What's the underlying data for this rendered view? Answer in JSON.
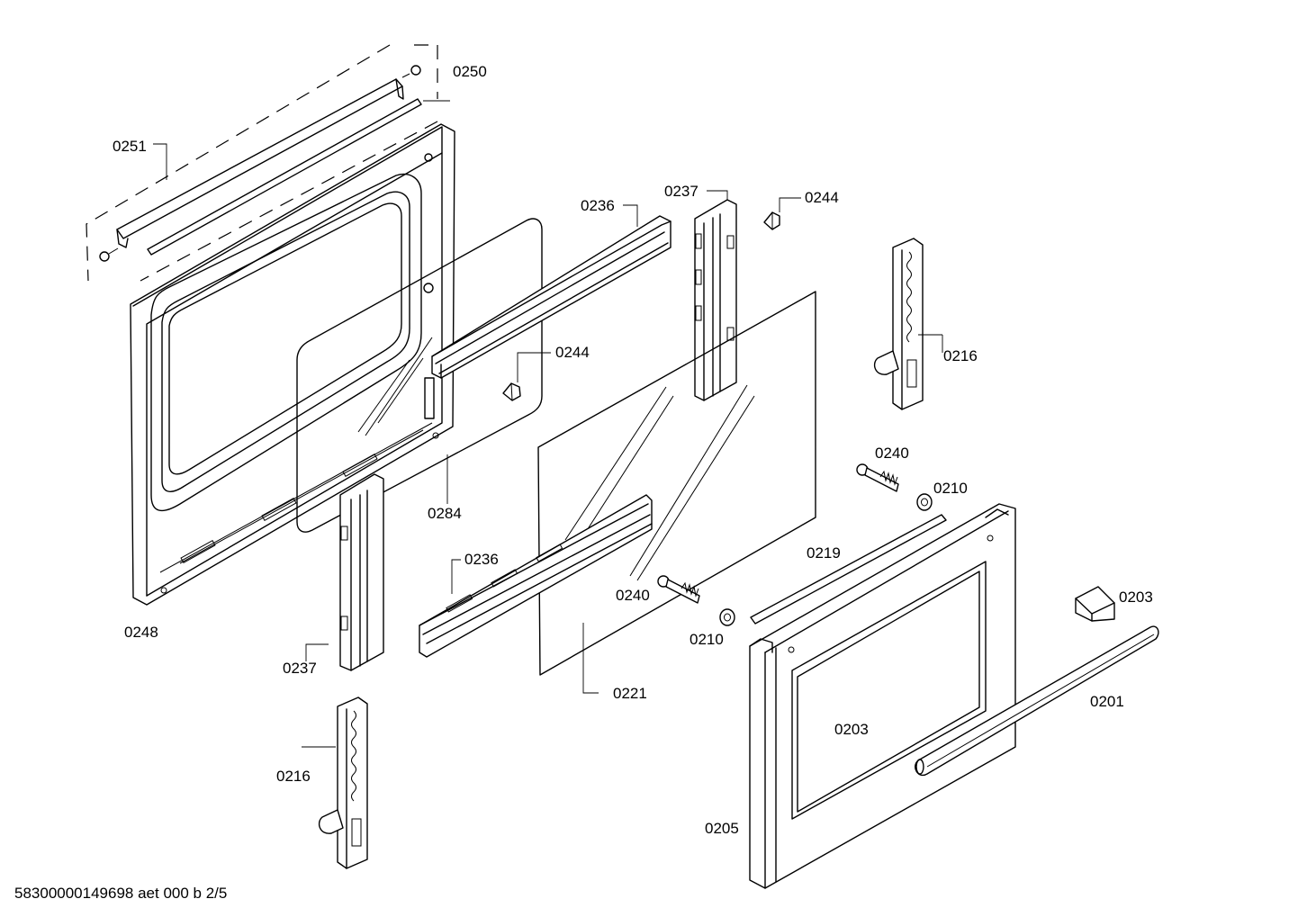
{
  "labels": {
    "p0250": "0250",
    "p0251": "0251",
    "p0236_top": "0236",
    "p0237_top": "0237",
    "p0244_top": "0244",
    "p0244_mid": "0244",
    "p0216_right": "0216",
    "p0240_right": "0240",
    "p0210_right": "0210",
    "p0284": "0284",
    "p0236_bottom": "0236",
    "p0219": "0219",
    "p0203_right": "0203",
    "p0248": "0248",
    "p0240_left": "0240",
    "p0210_left": "0210",
    "p0237_bottom": "0237",
    "p0221": "0221",
    "p0201": "0201",
    "p0203_left": "0203",
    "p0216_left": "0216",
    "p0205": "0205"
  },
  "footer": {
    "document_id": "58300000149698 aet 000 b 2/5"
  }
}
